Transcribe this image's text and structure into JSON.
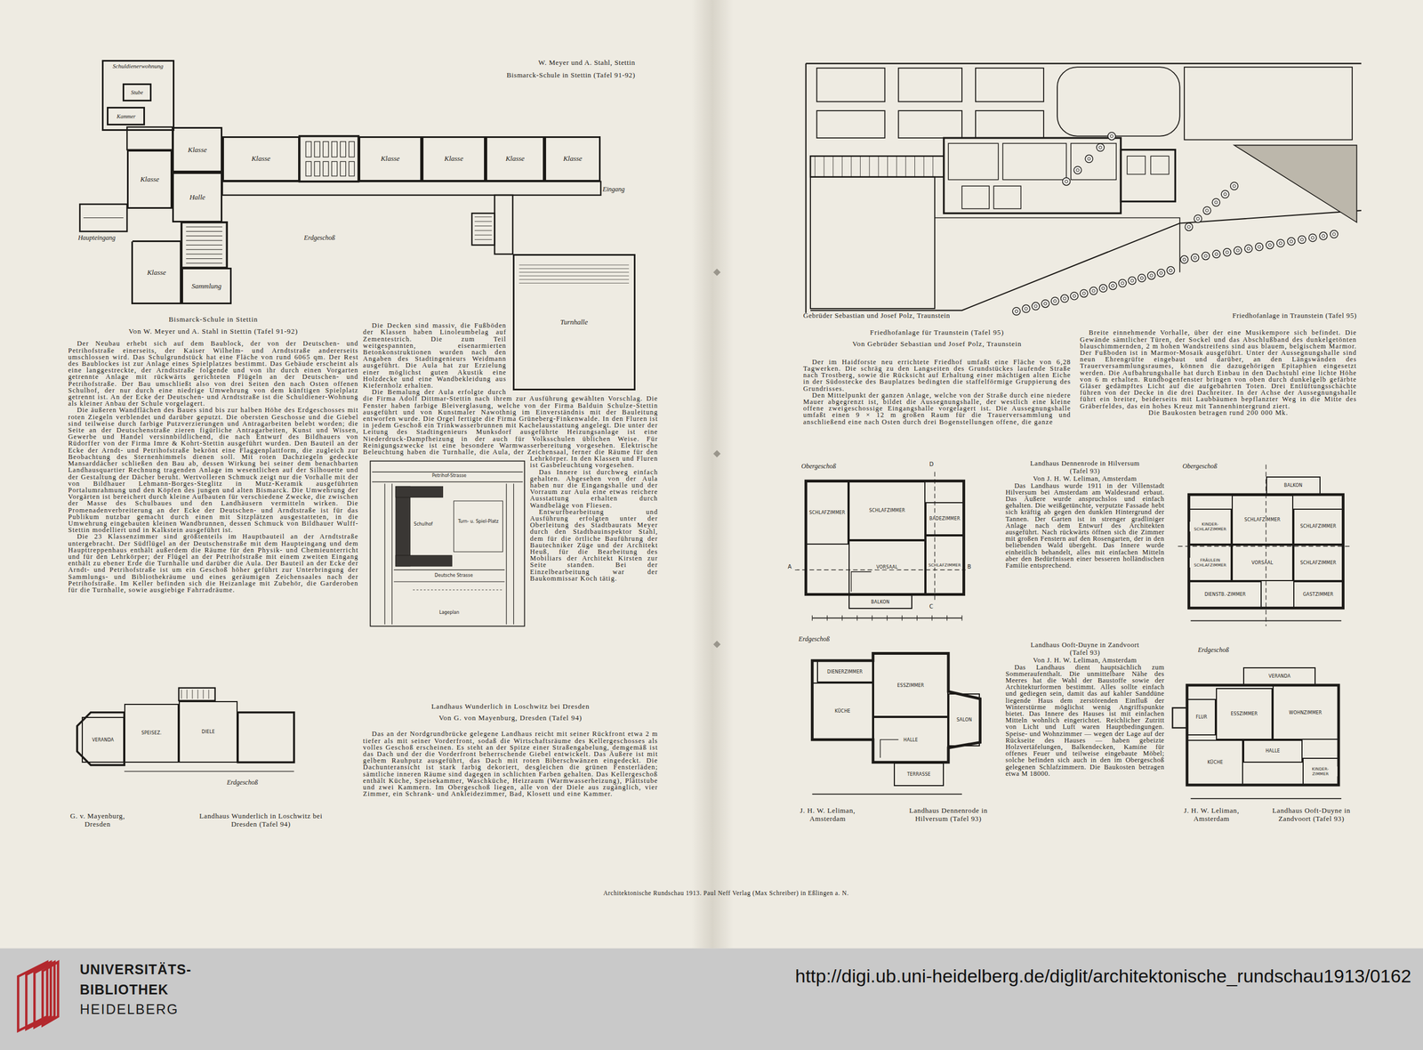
{
  "diagram": {
    "nodes": [
      {
        "text": [
          "Schuldienerwohnung"
        ]
      },
      {
        "text": [
          "Stube"
        ],
        "in": 0
      },
      {
        "text": [
          "Kammer"
        ],
        "in": 0
      },
      {
        "text": [
          "Klasse"
        ]
      },
      {
        "text": [
          "Klasse"
        ]
      },
      {
        "text": [
          "Klasse"
        ]
      },
      {
        "text": [
          "Klasse"
        ]
      },
      {
        "text": [
          "Klasse"
        ]
      },
      {
        "text": [
          "Klasse"
        ]
      },
      {
        "text": [
          "Klasse"
        ]
      },
      {
        "text": [
          "Halle"
        ]
      },
      {
        "text": [
          "Klasse"
        ]
      },
      {
        "text": [
          "Sammlung"
        ]
      },
      {
        "text": [
          "Turnhalle"
        ]
      },
      {
        "text": [
          "VERANDA"
        ]
      },
      {
        "text": [
          "SPEISEZ."
        ]
      },
      {
        "text": [
          "DIELE"
        ]
      },
      {
        "text": [
          "SCHLAFZIMMER"
        ]
      },
      {
        "text": [
          "SCHLAFZIMMER"
        ]
      },
      {
        "text": [
          "BADEZIMMER"
        ]
      },
      {
        "text": [
          "SCHLAFZIMMER"
        ]
      },
      {
        "text": [
          "VORSAAL"
        ]
      },
      {
        "text": [
          "BALKON"
        ]
      },
      {
        "text": [
          "DIENERZIMMER"
        ]
      },
      {
        "text": [
          "KÜCHE"
        ]
      },
      {
        "text": [
          "ESSZIMMER"
        ]
      },
      {
        "text": [
          "SALON"
        ]
      },
      {
        "text": [
          "HALLE"
        ]
      },
      {
        "text": [
          "TERRASSE"
        ]
      },
      {
        "text": [
          "BALKON"
        ]
      },
      {
        "text": [
          "KINDER-SCHLAFZIMMER"
        ]
      },
      {
        "text": [
          "SCHLAFZIMMER"
        ]
      },
      {
        "text": [
          "SCHLAFZIMMER"
        ]
      },
      {
        "text": [
          "FRÄULEIN SCHLAFZIMMER"
        ]
      },
      {
        "text": [
          "VORSAAL"
        ]
      },
      {
        "text": [
          "SCHLAFZIMMER"
        ]
      },
      {
        "text": [
          "DIENSTB.-ZIMMER"
        ]
      },
      {
        "text": [
          "GASTZIMMER"
        ]
      },
      {
        "text": [
          "VERANDA"
        ]
      },
      {
        "text": [
          "FLUR"
        ]
      },
      {
        "text": [
          "ESSZIMMER"
        ]
      },
      {
        "text": [
          "WOHNZIMMER"
        ]
      },
      {
        "text": [
          "HALLE"
        ]
      },
      {
        "text": [
          "KÜCHE"
        ]
      },
      {
        "text": [
          "KINDER-ZIMMER"
        ]
      }
    ],
    "labels": [
      "W. Meyer und A. Stahl, Stettin",
      "Bismarck-Schule in Stettin (Tafel 91-92)",
      "Haupteingang",
      "Erdgeschoß",
      "Eingang",
      "Bismarck-Schule in Stettin",
      "Von W. Meyer und A. Stahl in Stettin (Tafel 91-92)",
      "Der Neubau erhebt sich auf dem Baublock, der von der Deutschen- und Petrihofstraße einerseits, der Kaiser Wilhelm- und Arndtstraße andererseits umschlossen wird. Das Schulgrundstück hat eine Fläche von rund 6065 qm. Der Rest des Baublockes ist zur Anlage eines Spielplatzes bestimmt. Das Gebäude erscheint als eine langgestreckte, der Arndtstraße folgende und von ihr durch einen Vorgarten getrennte Anlage mit rückwärts gerichteten Flügeln an der Deutschen- und Petrihofstraße. Der Bau umschließt also von drei Seiten den nach Osten offenen Schulhof, der nur durch eine niedrige Umwehrung von dem künftigen Spielplatz getrennt ist. An der Ecke der Deutschen- und Arndtstraße ist die Schuldiener-Wohnung als kleiner Anbau der Schule vorgelagert.",
      "Die äußeren Wandflächen des Baues sind bis zur halben Höhe des Erdgeschosses mit roten Ziegeln verblendet und darüber geputzt. Die obersten Geschosse und die Giebel sind teilweise durch farbige Putzverzierungen und Antragarbeiten belebt worden; die Seite an der Deutschenstraße zieren figürliche Antragarbeiten, Kunst und Wissen, Gewerbe und Handel versinnbildlichend, die nach Entwurf des Bildhauers von Rüdorffer von der Firma Imre & Kohrt-Stettin ausgeführt wurden. Den Bauteil an der Ecke der Arndt- und Petrihofstraße bekrönt eine Flaggenplattform, die zugleich zur Beobachtung des Sternenhimmels dienen soll. Mit roten Dachziegeln gedeckte Mansarddächer schließen den Bau ab, dessen Wirkung bei seiner dem benachbarten Landhausquartier Rechnung tragenden Anlage im wesentlichen auf der Silhouette und der Gestaltung der Dächer beruht. Wertvolleren Schmuck zeigt nur die Vorhalle mit der von Bildhauer Lehmann-Borges-Steglitz in Mutz-Keramik ausgeführten Portalumrahmung und den Köpfen des jungen und alten Bismarck. Die Umwehrung der Vorgärten ist bereichert durch kleine Aufbauten für verschiedene Zwecke, die zwischen der Masse des Schulbaues und den Landhäusern vermitteln wirken. Die Promenadenverbreiterung an der Ecke der Deutschen- und Arndtstraße ist für das Publikum nutzbar gemacht durch einen mit Sitzplätzen ausgestatteten, in die Umwehrung eingebauten kleinen Wandbrunnen, dessen Schmuck von Bildhauer Wulff-Stettin modelliert und in Kalkstein ausgeführt ist.",
      "Die 23 Klassenzimmer sind größtenteils im Hauptbauteil an der Arndtstraße untergebracht. Der Südflügel an der Deutschenstraße mit dem Haupteingang und dem Haupttreppenhaus enthält außerdem die Räume für den Physik- und Chemieunterricht und für den Lehrkörper; der Flügel an der Petrihofstraße mit einem zweiten Eingang enthält zu ebener Erde die Turnhalle und darüber die Aula. Der Bauteil an der Ecke der Arndt- und Petrihofstraße ist um ein Geschoß höher geführt zur Unterbringung der Sammlungs- und Bibliothekräume und eines geräumigen Zeichensaales nach der Petrihofstraße. Im Keller befinden sich die Heizanlage mit Zubehör, die Garderoben für die Turnhalle, sowie ausgiebige Fahrradräume.",
      "Die Decken sind massiv, die Fußböden der Klassen haben Linoleumbelag auf Zementestrich. Die zum Teil weitgespannten, eisenarmierten Betonkonstruktionen wurden nach den Angaben des Stadtingenieurs Weidmann ausgeführt. Die Aula hat zur Erzielung einer möglichst guten Akustik eine Holzdecke und eine Wandbekleidung aus Kiefernholz erhalten.",
      "Die Bemalung der Aula erfolgte durch die Firma Adolf Dittmar-Stettin nach ihrem zur Ausführung gewählten Vorschlag. Die Fenster haben farbige Bleiverglasung, welche von der Firma Balduin Schulze-Stettin ausgeführt und von Kunstmaler Nawothnig im Einverständnis mit der Bauleitung entworfen wurde. Die Orgel fertigte die Firma Grüneberg-Finkenwalde. In den Fluren ist in jedem Geschoß ein Trinkwasserbrunnen mit Kachelausstattung angelegt. Die unter der Leitung des Stadtingenieurs Munksdorf ausgeführte Heizungsanlage ist eine Niederdruck-Dampfheizung in der auch für Volksschulen üblichen Weise. Für Reinigungszwecke ist eine besondere Warmwasserbereitung vorgesehen. Elektrische Beleuchtung haben die Turnhalle, die Aula, der Zeichensaal, ferner die Räume für den Lehrkörper. In den Klassen und Fluren ist Gasbeleuchtung vorgesehen.",
      "Das Innere ist durchweg einfach gehalten. Abgesehen von der Aula haben nur die Eingangshalle und der Vorraum zur Aula eine etwas reichere Ausstattung erhalten durch Wandbeläge von Fliesen.",
      "Entwurfbearbeitung und Ausführung erfolgten unter der Oberleitung des Stadtbaurats Meyer durch den Stadtbauinspektor Stahl, dem für die örtliche Bauführung der Bautechniker Züge und der Architekt Heuß, für die Bearbeitung des Mobiliars der Architekt Kirsten zur Seite standen. Bei der Einzelbearbeitung war der Baukommissar Koch tätig.",
      "Petrihof-Strasse",
      "Schulhof",
      "Turn- u. Spiel-Platz",
      "Deutsche Strasse",
      "Lageplan",
      "Erdgeschoß",
      "G. v. Mayenburg, Dresden",
      "Landhaus Wunderlich in Loschwitz bei Dresden (Tafel 94)",
      "Landhaus Wunderlich in Loschwitz bei Dresden",
      "Von G. von Mayenburg, Dresden (Tafel 94)",
      "Das an der Nordgrundbrücke gelegene Landhaus reicht mit seiner Rückfront etwa 2 m tiefer als mit seiner Vorderfront, sodaß die Wirtschaftsräume des Kellergeschosses als volles Geschoß erscheinen. Es steht an der Spitze einer Straßengabelung, demgemäß ist das Dach und der die Vorderfront beherrschende Giebel entwickelt. Das Äußere ist mit gelbem Rauhputz ausgeführt, das Dach mit roten Biberschwänzen eingedeckt. Die Dachunteransicht ist stark farbig dekoriert, desgleichen die grünen Fensterläden; sämtliche inneren Räume sind dagegen in schlichten Farben gehalten. Das Kellergeschoß enthält Küche, Speisekammer, Waschküche, Heizraum (Warmwasserheizung), Plättstube und zwei Kammern. Im Obergeschoß liegen, alle von der Diele aus zugänglich, vier Zimmer, ein Schrank- und Ankleidezimmer, Bad, Klosett und eine Kammer.",
      "Gebrüder Sebastian und Josef Polz, Traunstein",
      "Friedhofanlage in Traunstein (Tafel 95)",
      "Friedhofanlage für Traunstein (Tafel 95)",
      "Von Gebrüder Sebastian und Josef Polz, Traunstein",
      "Der im Haidforste neu errichtete Friedhof umfaßt eine Fläche von 6,28 Tagwerken. Die schräg zu den Langseiten des Grundstückes laufende Straße nach Trostberg, sowie die Rücksicht auf Erhaltung einer mächtigen alten Eiche in der Südostecke des Bauplatzes bedingten die staffelförmige Gruppierung des Grundrisses.",
      "Den Mittelpunkt der ganzen Anlage, welche von der Straße durch eine niedere Mauer abgegrenzt ist, bildet die Aussegnungshalle, der westlich eine kleine offene zweigeschossige Eingangshalle vorgelagert ist. Die Aussegnungshalle umfaßt einen 9 × 12 m großen Raum für die Trauerversammlung und anschließend eine nach Osten durch drei Bogenstellungen offene, die ganze",
      "Breite einnehmende Vorhalle, über der eine Musikempore sich befindet. Die Gewände sämtlicher Türen, der Sockel und das Abschlußband des dunkelgetönten blauschimmernden, 2 m hohen Wandstreifens sind aus blauem, belgischem Marmor. Der Fußboden ist in Marmor-Mosaik ausgeführt. Unter der Aussegnungshalle sind neun Ehrengrüfte eingebaut und darüber, an den Längswänden des Trauerversammlungsraumes, können die dazugehörigen Epitaphien eingesetzt werden. Die Aufbahrungshalle hat durch Einbau in den Dachstuhl eine lichte Höhe von 6 m erhalten. Rundbogenfenster bringen von oben durch dunkelgelb gefärbte Gläser gedämpftes Licht auf die aufgebahrten Toten. Drei Entlüftungsschächte führen von der Decke in die drei Dachreiter. In der Achse der Aussegnungshalle führt ein breiter, beiderseits mit Laubbäumen bepflanzter Weg in die Mitte des Gräberfeldes, das ein hohes Kreuz mit Tannenhintergrund ziert.",
      "Die Baukosten betragen rund 200 000 Mk.",
      "Obergeschoß",
      "D",
      "A",
      "B",
      "C",
      "Erdgeschoß",
      "Landhaus Dennenrode in Hilversum",
      "(Tafel 93)",
      "Von J. H. W. Leliman, Amsterdam",
      "Das Landhaus wurde 1911 in der Villenstadt Hilversum bei Amsterdam am Waldesrand erbaut. Das Äußere wurde anspruchslos und einfach gehalten. Die weißgetünchte, verputzte Fassade hebt sich kräftig ab gegen den dunklen Hintergrund der Tannen. Der Garten ist in strenger gradliniger Anlage nach dem Entwurf des Architekten ausgeführt. Nach rückwärts öffnen sich die Zimmer mit großen Fenstern auf den Rosengarten, der in den beliebenden Wald übergeht. Das Innere wurde einheitlich behandelt, alles mit einfachen Mitteln aber den Bedürfnissen einer besseren holländischen Familie entsprechend.",
      "Landhaus Ooft-Duyne in Zandvoort",
      "(Tafel 93)",
      "Von J. H. W. Leliman, Amsterdam",
      "Das Landhaus dient hauptsächlich zum Sommeraufenthalt. Die unmittelbare Nähe des Meeres hat die Wahl der Baustoffe sowie der Architekturformen bestimmt. Alles sollte einfach und gediegen sein, damit das auf kahler Sanddüne liegende Haus dem zerstörenden Einfluß der Winterstürme möglichst wenig Angriffspunkte bietet. Das Innere des Hauses ist mit einfachen Mitteln wohnlich eingerichtet. Reichlicher Zutritt von Licht und Luft waren Hauptbedingungen. Speise- und Wohnzimmer — wegen der Lage auf der Rückseite des Hauses — haben gebeizte Holzvertäfelungen, Balkendecken, Kamine für offenes Feuer und teilweise eingebaute Möbel; solche befinden sich auch in den im Obergeschoß gelegenen Schlafzimmern. Die Baukosten betragen etwa M 18000.",
      "Obergeschoß",
      "Erdgeschoß",
      "J. H. W. Leliman, Amsterdam",
      "Landhaus Dennenrode in Hilversum (Tafel 93)",
      "J. H. W. Leliman, Amsterdam",
      "Landhaus Ooft-Duyne in Zandvoort (Tafel 93)",
      "Architektonische Rundschau 1913. Paul Neff Verlag (Max Schreiber) in Eßlingen a. N.",
      "UNIVERSITÄTS-",
      "BIBLIOTHEK",
      "HEIDELBERG",
      "http://digi.ub.uni-heidelberg.de/diglit/architektonische_rundschau1913/0162"
    ]
  }
}
